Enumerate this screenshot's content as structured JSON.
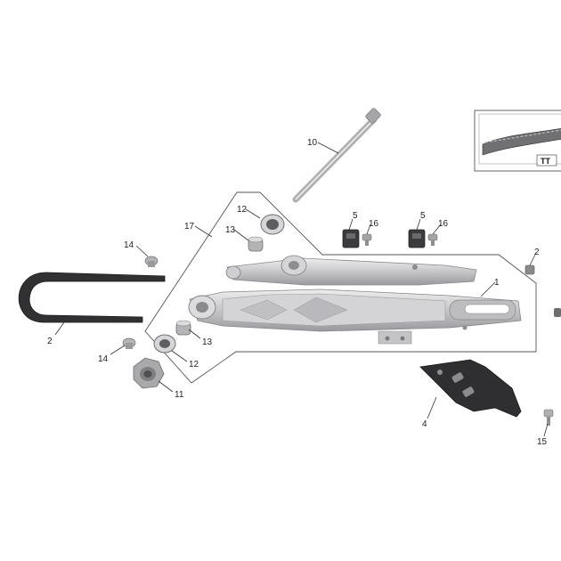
{
  "diagram": {
    "callouts": {
      "swingarm": "1",
      "chain_slider_left": "2",
      "chain_slider_right": "2",
      "chain_guide": "4",
      "bracket_a": "5",
      "bracket_b": "5",
      "axle": "10",
      "nut": "11",
      "bearing_upper": "12",
      "bearing_lower": "12",
      "bushing_upper": "13",
      "bushing_lower": "13",
      "bolt_upper": "14",
      "bolt_lower": "14",
      "bolt_guide": "15",
      "screw_a": "16",
      "screw_b": "16",
      "assembly": "17"
    },
    "inset": {
      "label": "TT"
    },
    "colors": {
      "aluminum": "#c9c9cc",
      "aluminum_light": "#e4e4e6",
      "aluminum_dark": "#8e8e92",
      "rubber": "#2e2e30",
      "bearing": "#6d6d70"
    }
  }
}
